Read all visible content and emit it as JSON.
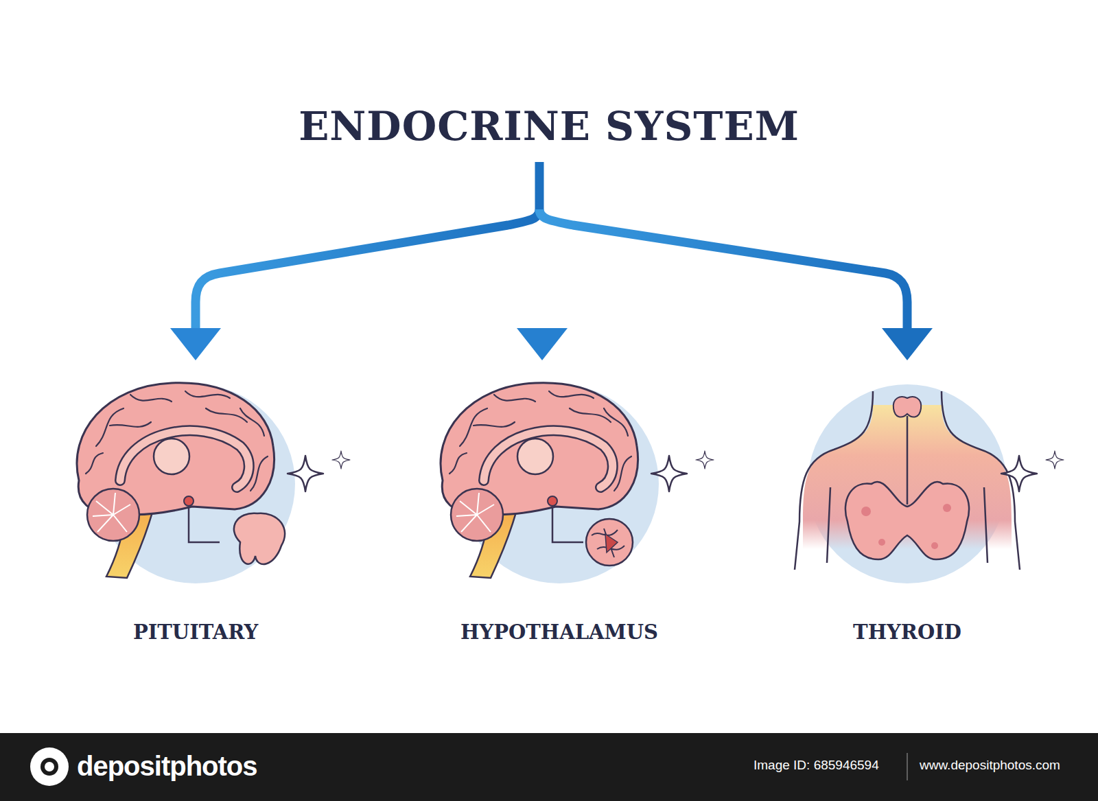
{
  "diagram": {
    "title": "ENDOCRINE SYSTEM",
    "nodes": [
      {
        "text": [
          "PITUITARY"
        ]
      },
      {
        "text": [
          "HYPOTHALAMUS"
        ]
      },
      {
        "text": [
          "THYROID"
        ]
      }
    ],
    "labels": [
      "depositphotos",
      "Image ID: 685946594",
      "www.depositphotos.com"
    ]
  }
}
